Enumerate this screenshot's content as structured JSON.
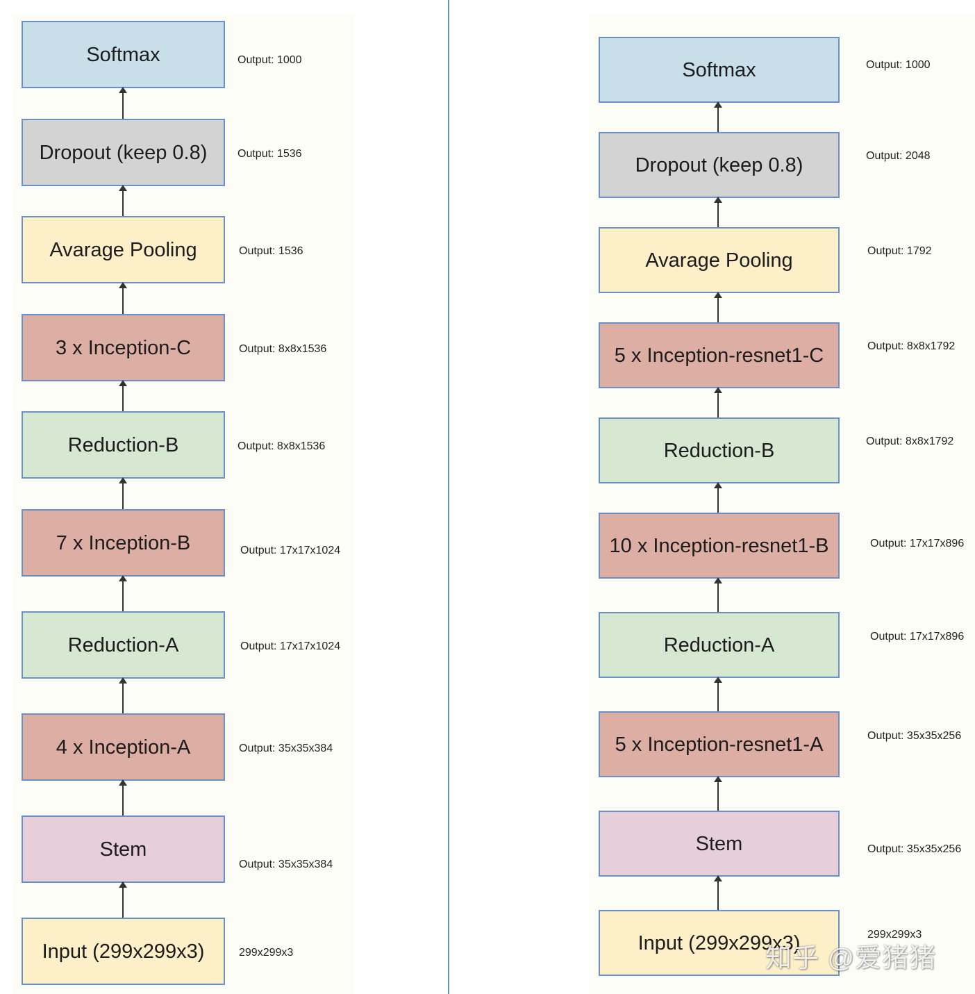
{
  "colors": {
    "softmax": "#c8dfe9",
    "dropout": "#d3d3d3",
    "pooling": "#fdf0c8",
    "inception": "#dcaea4",
    "reduction": "#d6e8d1",
    "stem": "#e6cfd8",
    "input": "#fdf0c8",
    "border": "#6b8fc9"
  },
  "left": {
    "blocks": [
      {
        "label": "Softmax",
        "output": "Output: 1000",
        "color": "softmax"
      },
      {
        "label": "Dropout (keep 0.8)",
        "output": "Output: 1536",
        "color": "dropout"
      },
      {
        "label": "Avarage Pooling",
        "output": "Output: 1536",
        "color": "pooling"
      },
      {
        "label": "3 x Inception-C",
        "output": "Output: 8x8x1536",
        "color": "inception"
      },
      {
        "label": "Reduction-B",
        "output": "Output: 8x8x1536",
        "color": "reduction"
      },
      {
        "label": "7 x Inception-B",
        "output": "Output: 17x17x1024",
        "color": "inception"
      },
      {
        "label": "Reduction-A",
        "output": "Output: 17x17x1024",
        "color": "reduction"
      },
      {
        "label": "4 x Inception-A",
        "output": "Output: 35x35x384",
        "color": "inception"
      },
      {
        "label": "Stem",
        "output": "Output: 35x35x384",
        "color": "stem"
      },
      {
        "label": "Input (299x299x3)",
        "output": "299x299x3",
        "color": "input"
      }
    ]
  },
  "right": {
    "blocks": [
      {
        "label": "Softmax",
        "output": "Output: 1000",
        "color": "softmax"
      },
      {
        "label": "Dropout (keep 0.8)",
        "output": "Output: 2048",
        "color": "dropout"
      },
      {
        "label": "Avarage Pooling",
        "output": "Output: 1792",
        "color": "pooling"
      },
      {
        "label": "5 x Inception-resnet1-C",
        "output": "Output: 8x8x1792",
        "color": "inception"
      },
      {
        "label": "Reduction-B",
        "output": "Output: 8x8x1792",
        "color": "reduction"
      },
      {
        "label": "10 x Inception-resnet1-B",
        "output": "Output: 17x17x896",
        "color": "inception"
      },
      {
        "label": "Reduction-A",
        "output": "Output: 17x17x896",
        "color": "reduction"
      },
      {
        "label": "5 x Inception-resnet1-A",
        "output": "Output: 35x35x256",
        "color": "inception"
      },
      {
        "label": "Stem",
        "output": "Output: 35x35x256",
        "color": "stem"
      },
      {
        "label": "Input (299x299x3)",
        "output": "299x299x3",
        "color": "input"
      }
    ]
  },
  "watermark": "知乎 @爱猪猪"
}
